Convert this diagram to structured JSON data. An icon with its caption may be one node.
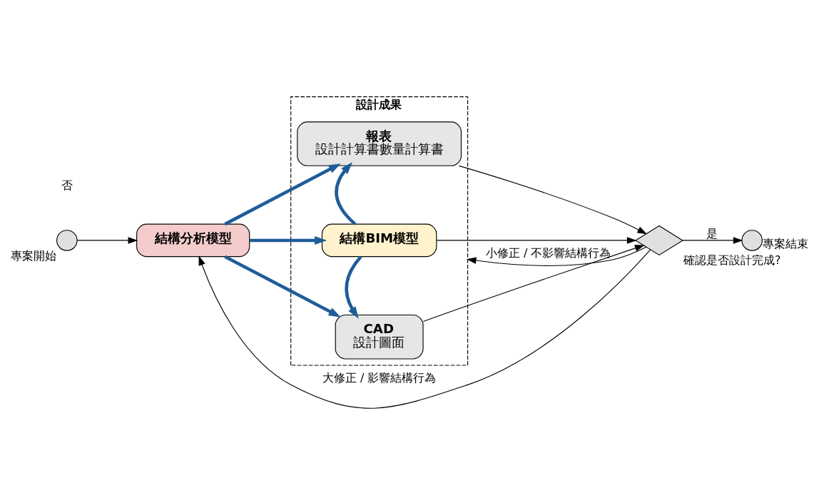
{
  "diagram": {
    "nodes": [
      {
        "text": [],
        "shape": "circle",
        "beside": [
          "專案開始"
        ]
      },
      {
        "text": [
          "結構分析模型"
        ]
      },
      {
        "text": [
          "設計成果"
        ]
      },
      {
        "text": [
          "報表",
          "設計計算書數量計算書"
        ],
        "in": 2
      },
      {
        "text": [
          "結構BIM模型"
        ],
        "in": 2
      },
      {
        "text": [
          "CAD",
          "設計圖面"
        ],
        "in": 2
      },
      {
        "text": [],
        "shape": "diamond",
        "beside": [
          "確認是否設計完成?"
        ]
      },
      {
        "text": [],
        "shape": "circle",
        "beside": [
          "專案結束"
        ]
      }
    ],
    "edges": [
      {
        "from": 0,
        "to": 1,
        "arrow": "to"
      },
      {
        "from": 1,
        "to": 3,
        "arrow": "to",
        "style": "thick",
        "color": "#1f5c99"
      },
      {
        "from": 1,
        "to": 4,
        "arrow": "to",
        "style": "thick",
        "color": "#1f5c99"
      },
      {
        "from": 1,
        "to": 5,
        "arrow": "to",
        "style": "thick",
        "color": "#1f5c99"
      },
      {
        "from": 4,
        "to": 3,
        "arrow": "to",
        "style": "thick",
        "color": "#1f5c99"
      },
      {
        "from": 4,
        "to": 5,
        "arrow": "to",
        "style": "thick",
        "color": "#1f5c99"
      },
      {
        "from": 3,
        "to": 6,
        "arrow": "to"
      },
      {
        "from": 4,
        "to": 6,
        "arrow": "to"
      },
      {
        "from": 5,
        "to": 6,
        "arrow": "to"
      },
      {
        "from": 6,
        "to": 7,
        "arrow": "to",
        "label": "是"
      },
      {
        "from": 6,
        "to": 1,
        "arrow": "to",
        "label": "大修正 / 影響結構行為"
      },
      {
        "from": 6,
        "to": 2,
        "arrow": "to",
        "label": "小修正 / 不影響結構行為"
      }
    ],
    "labels": [
      "否"
    ]
  }
}
